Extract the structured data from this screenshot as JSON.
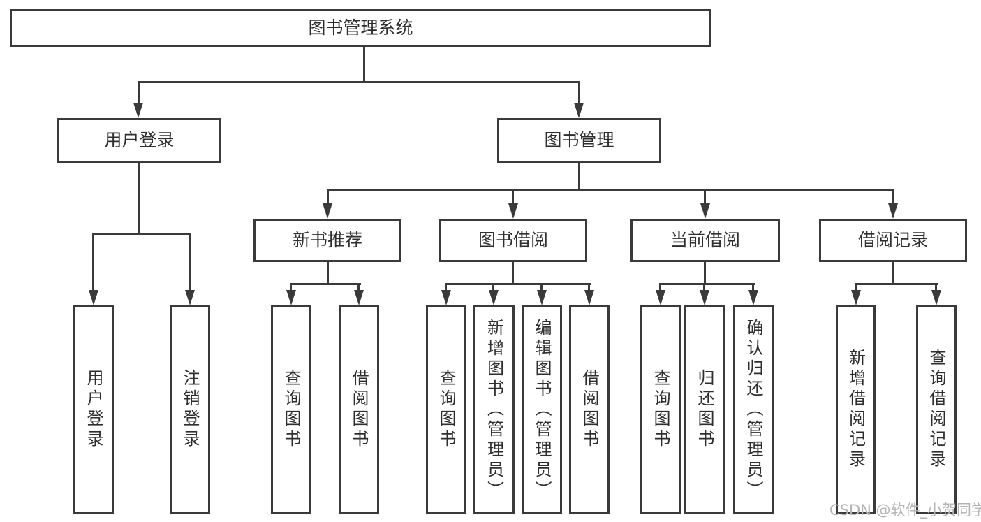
{
  "diagram": {
    "tree": {
      "label": "图书管理系统",
      "children": [
        {
          "label": "用户登录",
          "children": [
            {
              "label": "用户登录"
            },
            {
              "label": "注销登录"
            }
          ]
        },
        {
          "label": "图书管理",
          "children": [
            {
              "label": "新书推荐",
              "children": [
                {
                  "label": "查询图书"
                },
                {
                  "label": "借阅图书"
                }
              ]
            },
            {
              "label": "图书借阅",
              "children": [
                {
                  "label": "查询图书"
                },
                {
                  "label": "新增图书（管理员）"
                },
                {
                  "label": "编辑图书（管理员）"
                },
                {
                  "label": "借阅图书"
                }
              ]
            },
            {
              "label": "当前借阅",
              "children": [
                {
                  "label": "查询图书"
                },
                {
                  "label": "归还图书"
                },
                {
                  "label": "确认归还（管理员）"
                }
              ]
            },
            {
              "label": "借阅记录",
              "children": [
                {
                  "label": "新增借阅记录"
                },
                {
                  "label": "查询借阅记录"
                }
              ]
            }
          ]
        }
      ]
    },
    "watermark": "CSDN @软件_小贺同学",
    "colors": {
      "line": "#3a3a3a",
      "box_border": "#3a3a3a",
      "text": "#2e2e2e",
      "watermark": "#b3b3b3",
      "background": "#ffffff"
    }
  }
}
